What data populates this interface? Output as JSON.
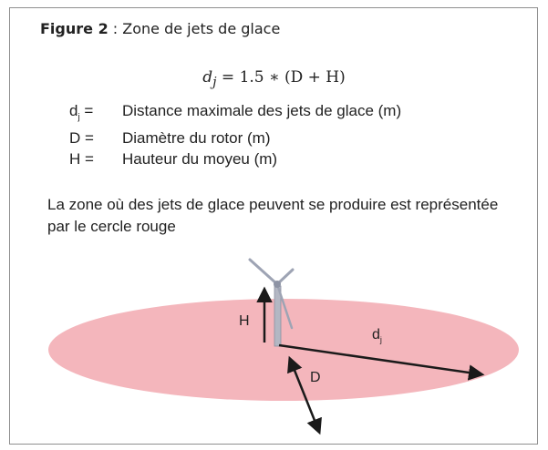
{
  "caption": {
    "figure_label": "Figure 2",
    "separator": " : ",
    "title": "Zone de jets de glace"
  },
  "formula": {
    "lhs": "d",
    "lhs_sub": "j",
    "rhs": " = 1.5 ∗ (D + H)"
  },
  "legend": [
    {
      "symbol": "d",
      "symbol_sub": "j",
      "equals": " =",
      "description": "Distance maximale des jets de glace (m)"
    },
    {
      "symbol": "D",
      "symbol_sub": "",
      "equals": " =",
      "description": "Diamètre du rotor (m)"
    },
    {
      "symbol": "H",
      "symbol_sub": "",
      "equals": " =",
      "description": "Hauteur du moyeu (m)"
    }
  ],
  "note": "La zone où des jets de glace peuvent se produire est représentée par le cercle rouge",
  "diagram": {
    "label_h": "H",
    "label_dj": "d",
    "label_dj_sub": "j",
    "label_d": "D",
    "zone_color": "#f4b6bc",
    "arrow_color": "#1a1a1a",
    "turbine_color": "#9ea4b4"
  }
}
